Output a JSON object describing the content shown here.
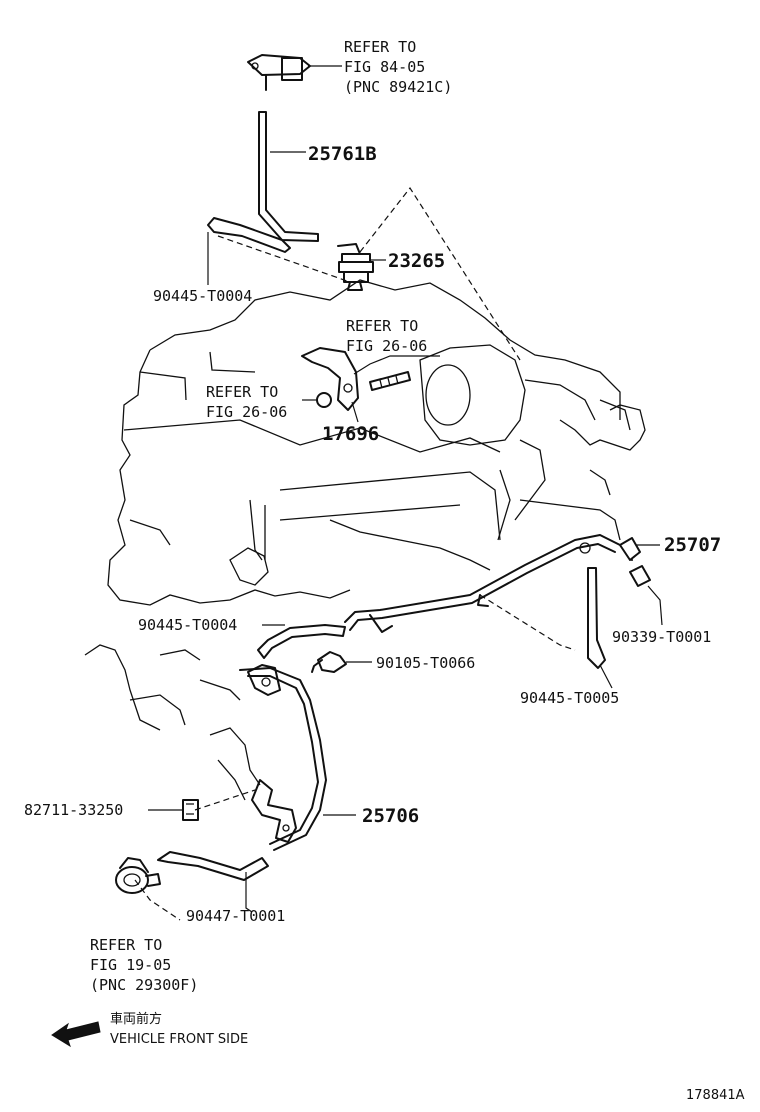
{
  "figure_id": "178841A",
  "direction": {
    "japanese": "車両前方",
    "english": "VEHICLE FRONT SIDE"
  },
  "refer_fig_84": {
    "l1": "REFER TO",
    "l2": "FIG 84-05",
    "l3": "(PNC 89421C)"
  },
  "refer_fig_26a": {
    "l1": "REFER TO",
    "l2": "FIG 26-06"
  },
  "refer_fig_26b": {
    "l1": "REFER TO",
    "l2": "FIG 26-06"
  },
  "refer_fig_19": {
    "l1": "REFER TO",
    "l2": "FIG 19-05",
    "l3": "(PNC 29300F)"
  },
  "parts": {
    "p25761B": "25761B",
    "p23265": "23265",
    "p90445_T0004_top": "90445-T0004",
    "p17696": "17696",
    "p25707": "25707",
    "p90339_T0001": "90339-T0001",
    "p90445_T0004_mid": "90445-T0004",
    "p90105_T0066": "90105-T0066",
    "p90445_T0005": "90445-T0005",
    "p82711_33250": "82711-33250",
    "p25706": "25706",
    "p90447_T0001": "90447-T0001"
  }
}
